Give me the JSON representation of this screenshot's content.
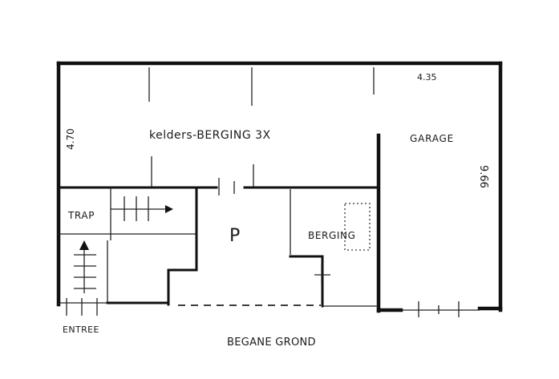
{
  "rooms": {
    "kelders": "kelders-BERGING 3X",
    "garage": "GARAGE",
    "trap": "TRAP",
    "parking": "P",
    "berging": "BERGING"
  },
  "dimensions": {
    "kelders_height": "4.70",
    "garage_width": "4.35",
    "garage_depth": "9.66"
  },
  "entrance": "ENTREE",
  "floor_title": "BEGANE GROND"
}
